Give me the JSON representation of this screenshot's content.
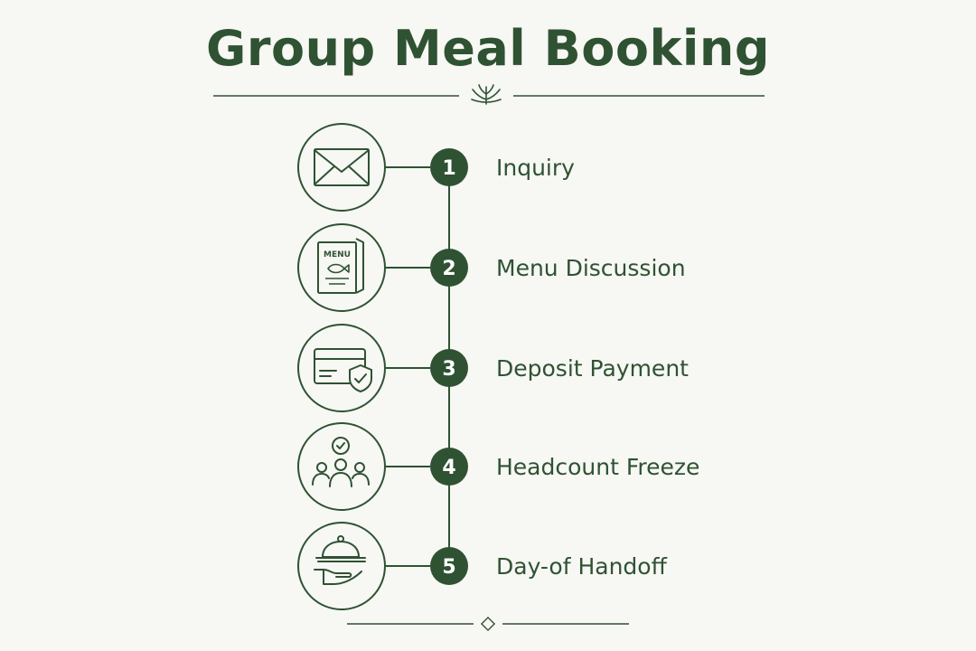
{
  "title": "Group Meal Booking",
  "colors": {
    "primary": "#2f5233",
    "background": "#f7f7f3"
  },
  "steps": [
    {
      "number": "1",
      "label": "Inquiry",
      "icon": "envelope-icon"
    },
    {
      "number": "2",
      "label": "Menu Discussion",
      "icon": "menu-card-icon"
    },
    {
      "number": "3",
      "label": "Deposit Payment",
      "icon": "credit-card-shield-icon"
    },
    {
      "number": "4",
      "label": "Headcount Freeze",
      "icon": "group-check-icon"
    },
    {
      "number": "5",
      "label": "Day-of Handoff",
      "icon": "serving-cloche-icon"
    }
  ],
  "menu_icon_text": "MENU"
}
